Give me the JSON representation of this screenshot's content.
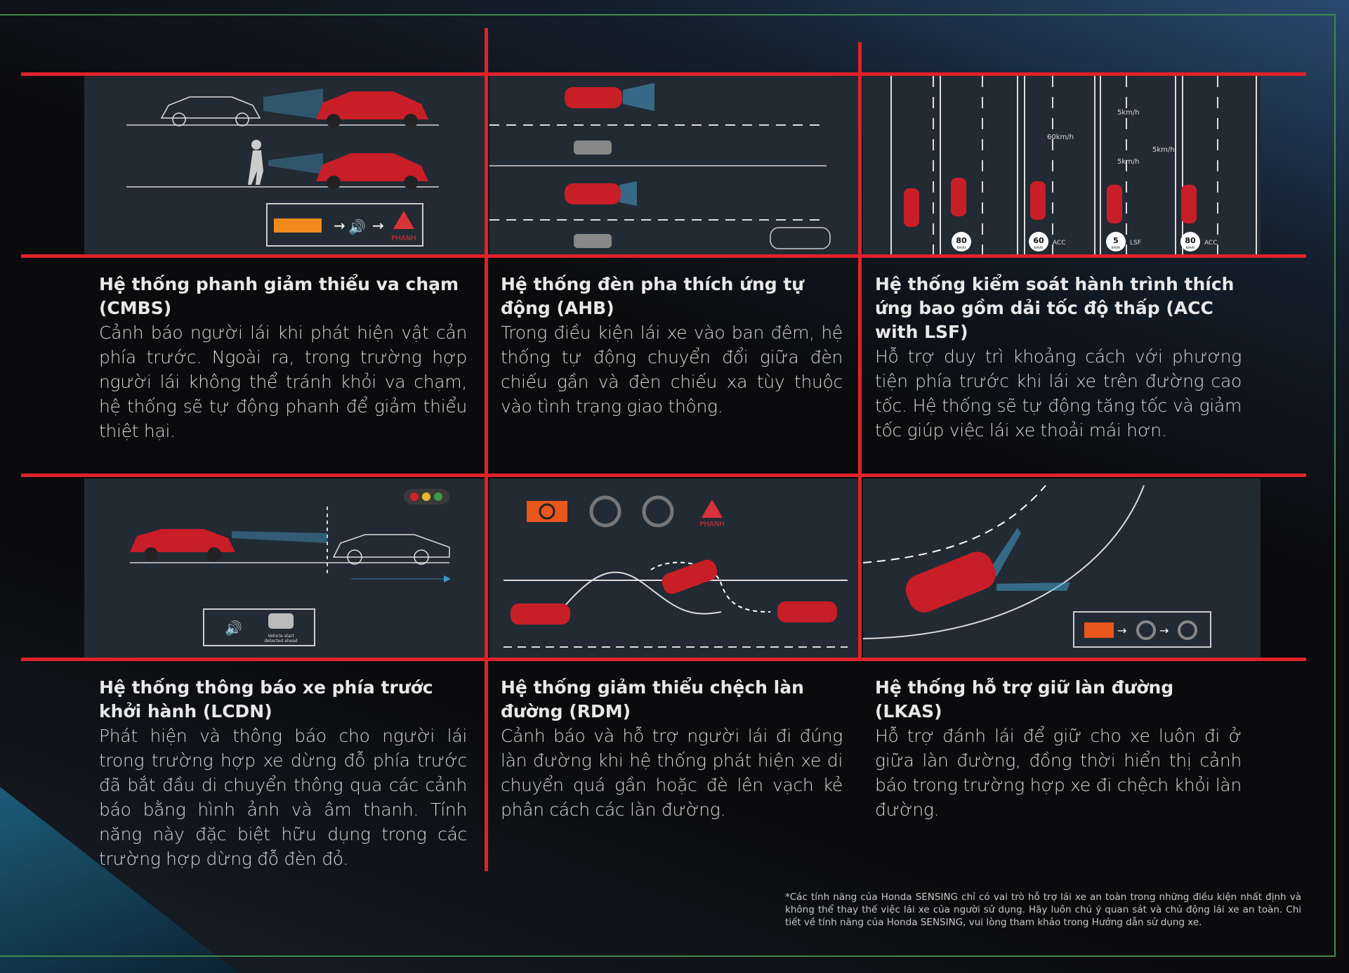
{
  "colors": {
    "accent_red": "#e0222a",
    "panel_bg": "#222a33",
    "frame_green": "#3f8a4a"
  },
  "features": [
    {
      "title": "Hệ thống phanh giảm thiểu va chạm (CMBS)",
      "body": "Cảnh báo người lái khi phát hiện vật cản phía trước. Ngoài ra, trong trường hợp người lái không thể tránh khỏi va chạm, hệ thống sẽ tự động phanh để giảm thiểu thiệt hại.",
      "illustration": {
        "warning_label": "PHANH"
      }
    },
    {
      "title": "Hệ thống đèn pha thích ứng tự động (AHB)",
      "body": "Trong điều kiện lái xe vào ban đêm, hệ thống tự động chuyển đổi giữa đèn chiếu gần và đèn chiếu xa tùy thuộc vào tình trạng giao thông."
    },
    {
      "title": "Hệ thống kiểm soát hành trình thích ứng bao gồm dải tốc độ thấp (ACC with LSF)",
      "body": "Hỗ trợ duy trì khoảng cách với phương tiện phía trước khi lái xe trên đường cao tốc. Hệ thống sẽ tự động tăng tốc và giảm tốc giúp việc lái xe thoải mái hơn.",
      "illustration": {
        "speed_60": "60km/h",
        "speed_5": "5km/h",
        "badges": [
          {
            "value": "80",
            "unit": "km/h",
            "mode": ""
          },
          {
            "value": "60",
            "unit": "km/h",
            "mode": "ACC"
          },
          {
            "value": "5",
            "unit": "km/h",
            "mode": "LSF"
          },
          {
            "value": "80",
            "unit": "km/h",
            "mode": "ACC"
          }
        ]
      }
    },
    {
      "title": "Hệ thống thông báo xe phía trước khởi hành (LCDN)",
      "body": "Phát hiện và thông báo cho người lái trong trường hợp xe dừng đỗ phía trước đã bắt đầu di chuyển thông qua các cảnh báo bằng hình ảnh và âm thanh. Tính năng này đặc biệt hữu dụng trong các trường hợp dừng đỗ đèn đỏ.",
      "illustration": {
        "alert_line1": "Vehicle start",
        "alert_line2": "detected ahead"
      }
    },
    {
      "title": "Hệ thống giảm thiểu chệch làn đường (RDM)",
      "body": "Cảnh báo và hỗ trợ người lái đi đúng làn đường khi hệ thống phát hiện xe di chuyển quá gần hoặc đè lên vạch kẻ phân cách các làn đường.",
      "illustration": {
        "warning_label": "PHANH"
      }
    },
    {
      "title": "Hệ thống hỗ trợ giữ làn đường (LKAS)",
      "body": "Hỗ trợ đánh lái để giữ cho xe luôn đi ở giữa làn đường, đồng thời hiển thị cảnh báo trong trường hợp xe đi chệch khỏi làn đường."
    }
  ],
  "footnote": "*Các tính năng của Honda SENSING chỉ có vai trò hỗ trợ lái xe an toàn trong những điều kiện nhất định và không thể thay thế việc lái xe của người sử dụng. Hãy luôn chú ý quan sát và chủ động lái xe an toàn. Chi tiết về tính năng của Honda SENSING, vui lòng tham khảo trong Hướng dẫn sử dụng xe."
}
